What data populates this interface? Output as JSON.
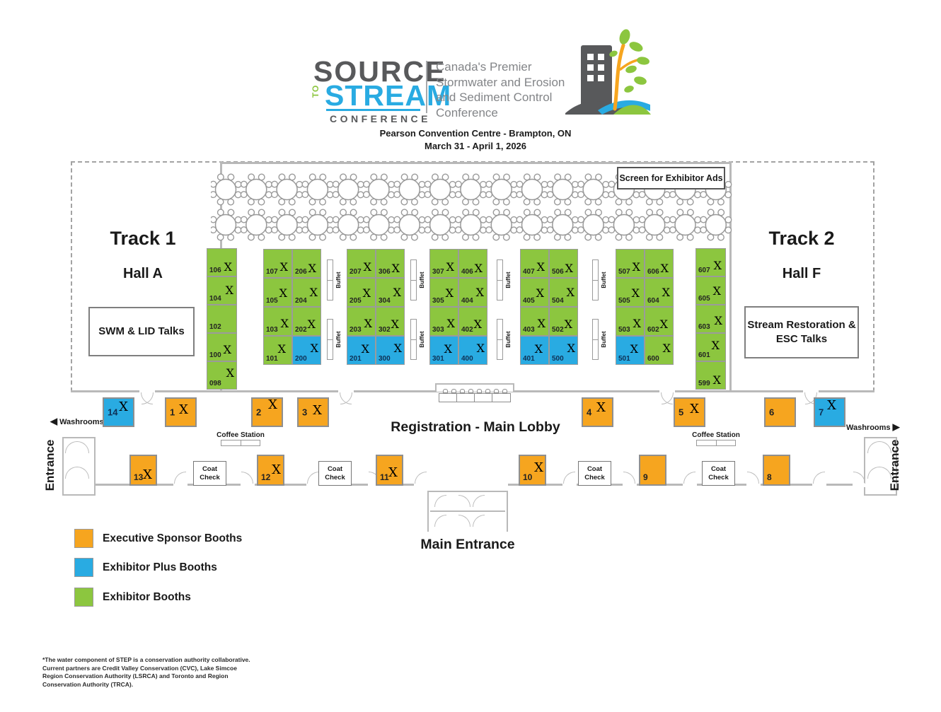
{
  "logo": {
    "word_source": "SOURCE",
    "word_to": "TO",
    "word_stream": "STREAM",
    "word_conference": "CONFERENCE",
    "tagline_lines": [
      "Canada's Premier",
      "Stormwater and Erosion",
      "and Sediment Control",
      "Conference"
    ]
  },
  "venue": {
    "name_line": "Pearson Convention Centre - Brampton, ON",
    "date_line": "March 31 - April 1, 2026"
  },
  "colors": {
    "sponsor": "#F6A51F",
    "plus": "#29ABE2",
    "exhibitor": "#8CC63F"
  },
  "icons": {
    "arrow_left": "◀",
    "arrow_right": "▶"
  },
  "tracks": {
    "track1": {
      "title": "Track 1",
      "hall": "Hall A",
      "talks": "SWM & LID Talks"
    },
    "track2": {
      "title": "Track 2",
      "hall": "Hall F",
      "talks_lines": [
        "Stream Restoration &",
        "ESC Talks"
      ]
    }
  },
  "screen_label": "Screen for Exhibitor Ads",
  "labels": {
    "registration": "Registration - Main Lobby",
    "main_entrance": "Main Entrance",
    "coffee_station": "Coffee Station",
    "coat_check": [
      "Coat",
      "Check"
    ],
    "buffet": "Buffet",
    "washrooms": "Washrooms",
    "entrance": "Entrance",
    "sold_mark": "X"
  },
  "exhibit_groups": [
    {
      "kind": "single",
      "booths": [
        {
          "n": "106",
          "t": "exhibitor",
          "x": true
        },
        {
          "n": "104",
          "t": "exhibitor",
          "x": true
        },
        {
          "n": "102",
          "t": "exhibitor",
          "x": false
        },
        {
          "n": "100",
          "t": "exhibitor",
          "x": true
        },
        {
          "n": "098",
          "t": "exhibitor",
          "x": true
        }
      ]
    },
    {
      "kind": "double",
      "cols": [
        [
          {
            "n": "107",
            "t": "exhibitor",
            "x": true
          },
          {
            "n": "105",
            "t": "exhibitor",
            "x": true
          },
          {
            "n": "103",
            "t": "exhibitor",
            "x": true
          },
          {
            "n": "101",
            "t": "exhibitor",
            "x": true
          }
        ],
        [
          {
            "n": "206",
            "t": "exhibitor",
            "x": true
          },
          {
            "n": "204",
            "t": "exhibitor",
            "x": true
          },
          {
            "n": "202",
            "t": "exhibitor",
            "x": true
          },
          {
            "n": "200",
            "t": "plus",
            "x": true
          }
        ]
      ]
    },
    {
      "kind": "double",
      "cols": [
        [
          {
            "n": "207",
            "t": "exhibitor",
            "x": true
          },
          {
            "n": "205",
            "t": "exhibitor",
            "x": true
          },
          {
            "n": "203",
            "t": "exhibitor",
            "x": true
          },
          {
            "n": "201",
            "t": "plus",
            "x": true
          }
        ],
        [
          {
            "n": "306",
            "t": "exhibitor",
            "x": true
          },
          {
            "n": "304",
            "t": "exhibitor",
            "x": true
          },
          {
            "n": "302",
            "t": "exhibitor",
            "x": true
          },
          {
            "n": "300",
            "t": "plus",
            "x": true
          }
        ]
      ]
    },
    {
      "kind": "double",
      "cols": [
        [
          {
            "n": "307",
            "t": "exhibitor",
            "x": true
          },
          {
            "n": "305",
            "t": "exhibitor",
            "x": true
          },
          {
            "n": "303",
            "t": "exhibitor",
            "x": true
          },
          {
            "n": "301",
            "t": "plus",
            "x": true
          }
        ],
        [
          {
            "n": "406",
            "t": "exhibitor",
            "x": true
          },
          {
            "n": "404",
            "t": "exhibitor",
            "x": true
          },
          {
            "n": "402",
            "t": "exhibitor",
            "x": true
          },
          {
            "n": "400",
            "t": "plus",
            "x": true
          }
        ]
      ]
    },
    {
      "kind": "double",
      "cols": [
        [
          {
            "n": "407",
            "t": "exhibitor",
            "x": true
          },
          {
            "n": "405",
            "t": "exhibitor",
            "x": true
          },
          {
            "n": "403",
            "t": "exhibitor",
            "x": true
          },
          {
            "n": "401",
            "t": "plus",
            "x": true
          }
        ],
        [
          {
            "n": "506",
            "t": "exhibitor",
            "x": true
          },
          {
            "n": "504",
            "t": "exhibitor",
            "x": true
          },
          {
            "n": "502",
            "t": "exhibitor",
            "x": true
          },
          {
            "n": "500",
            "t": "plus",
            "x": true
          }
        ]
      ]
    },
    {
      "kind": "double",
      "cols": [
        [
          {
            "n": "507",
            "t": "exhibitor",
            "x": true
          },
          {
            "n": "505",
            "t": "exhibitor",
            "x": true
          },
          {
            "n": "503",
            "t": "exhibitor",
            "x": true
          },
          {
            "n": "501",
            "t": "plus",
            "x": true
          }
        ],
        [
          {
            "n": "606",
            "t": "exhibitor",
            "x": true
          },
          {
            "n": "604",
            "t": "exhibitor",
            "x": true
          },
          {
            "n": "602",
            "t": "exhibitor",
            "x": true
          },
          {
            "n": "600",
            "t": "exhibitor",
            "x": true
          }
        ]
      ]
    },
    {
      "kind": "single",
      "booths": [
        {
          "n": "607",
          "t": "exhibitor",
          "x": true
        },
        {
          "n": "605",
          "t": "exhibitor",
          "x": true
        },
        {
          "n": "603",
          "t": "exhibitor",
          "x": true
        },
        {
          "n": "601",
          "t": "exhibitor",
          "x": true
        },
        {
          "n": "599",
          "t": "exhibitor",
          "x": true
        }
      ]
    }
  ],
  "sponsor_row_mid": [
    {
      "n": "14",
      "t": "plus",
      "x": true
    },
    {
      "n": "1",
      "t": "sponsor",
      "x": true
    },
    {
      "n": "2",
      "t": "sponsor",
      "x": true
    },
    {
      "n": "3",
      "t": "sponsor",
      "x": true
    },
    {
      "n": "4",
      "t": "sponsor",
      "x": true
    },
    {
      "n": "5",
      "t": "sponsor",
      "x": true
    },
    {
      "n": "6",
      "t": "sponsor",
      "x": false
    },
    {
      "n": "7",
      "t": "plus",
      "x": true
    }
  ],
  "sponsor_row_bottom": [
    {
      "n": "13",
      "t": "sponsor",
      "x": true
    },
    {
      "n": "12",
      "t": "sponsor",
      "x": true
    },
    {
      "n": "11",
      "t": "sponsor",
      "x": true
    },
    {
      "n": "10",
      "t": "sponsor",
      "x": true
    },
    {
      "n": "9",
      "t": "sponsor",
      "x": false
    },
    {
      "n": "8",
      "t": "sponsor",
      "x": false
    }
  ],
  "legend": {
    "items": [
      {
        "color_key": "sponsor",
        "label": "Executive Sponsor Booths"
      },
      {
        "color_key": "plus",
        "label": "Exhibitor Plus Booths"
      },
      {
        "color_key": "exhibitor",
        "label": "Exhibitor Booths"
      }
    ]
  },
  "footnote": {
    "lines": [
      "*The water component of STEP is a conservation authority collaborative.",
      "Current partners are Credit Valley Conservation (CVC), Lake Simcoe",
      "Region Conservation Authority (LSRCA) and Toronto and Region",
      "Conservation Authority (TRCA)."
    ]
  }
}
